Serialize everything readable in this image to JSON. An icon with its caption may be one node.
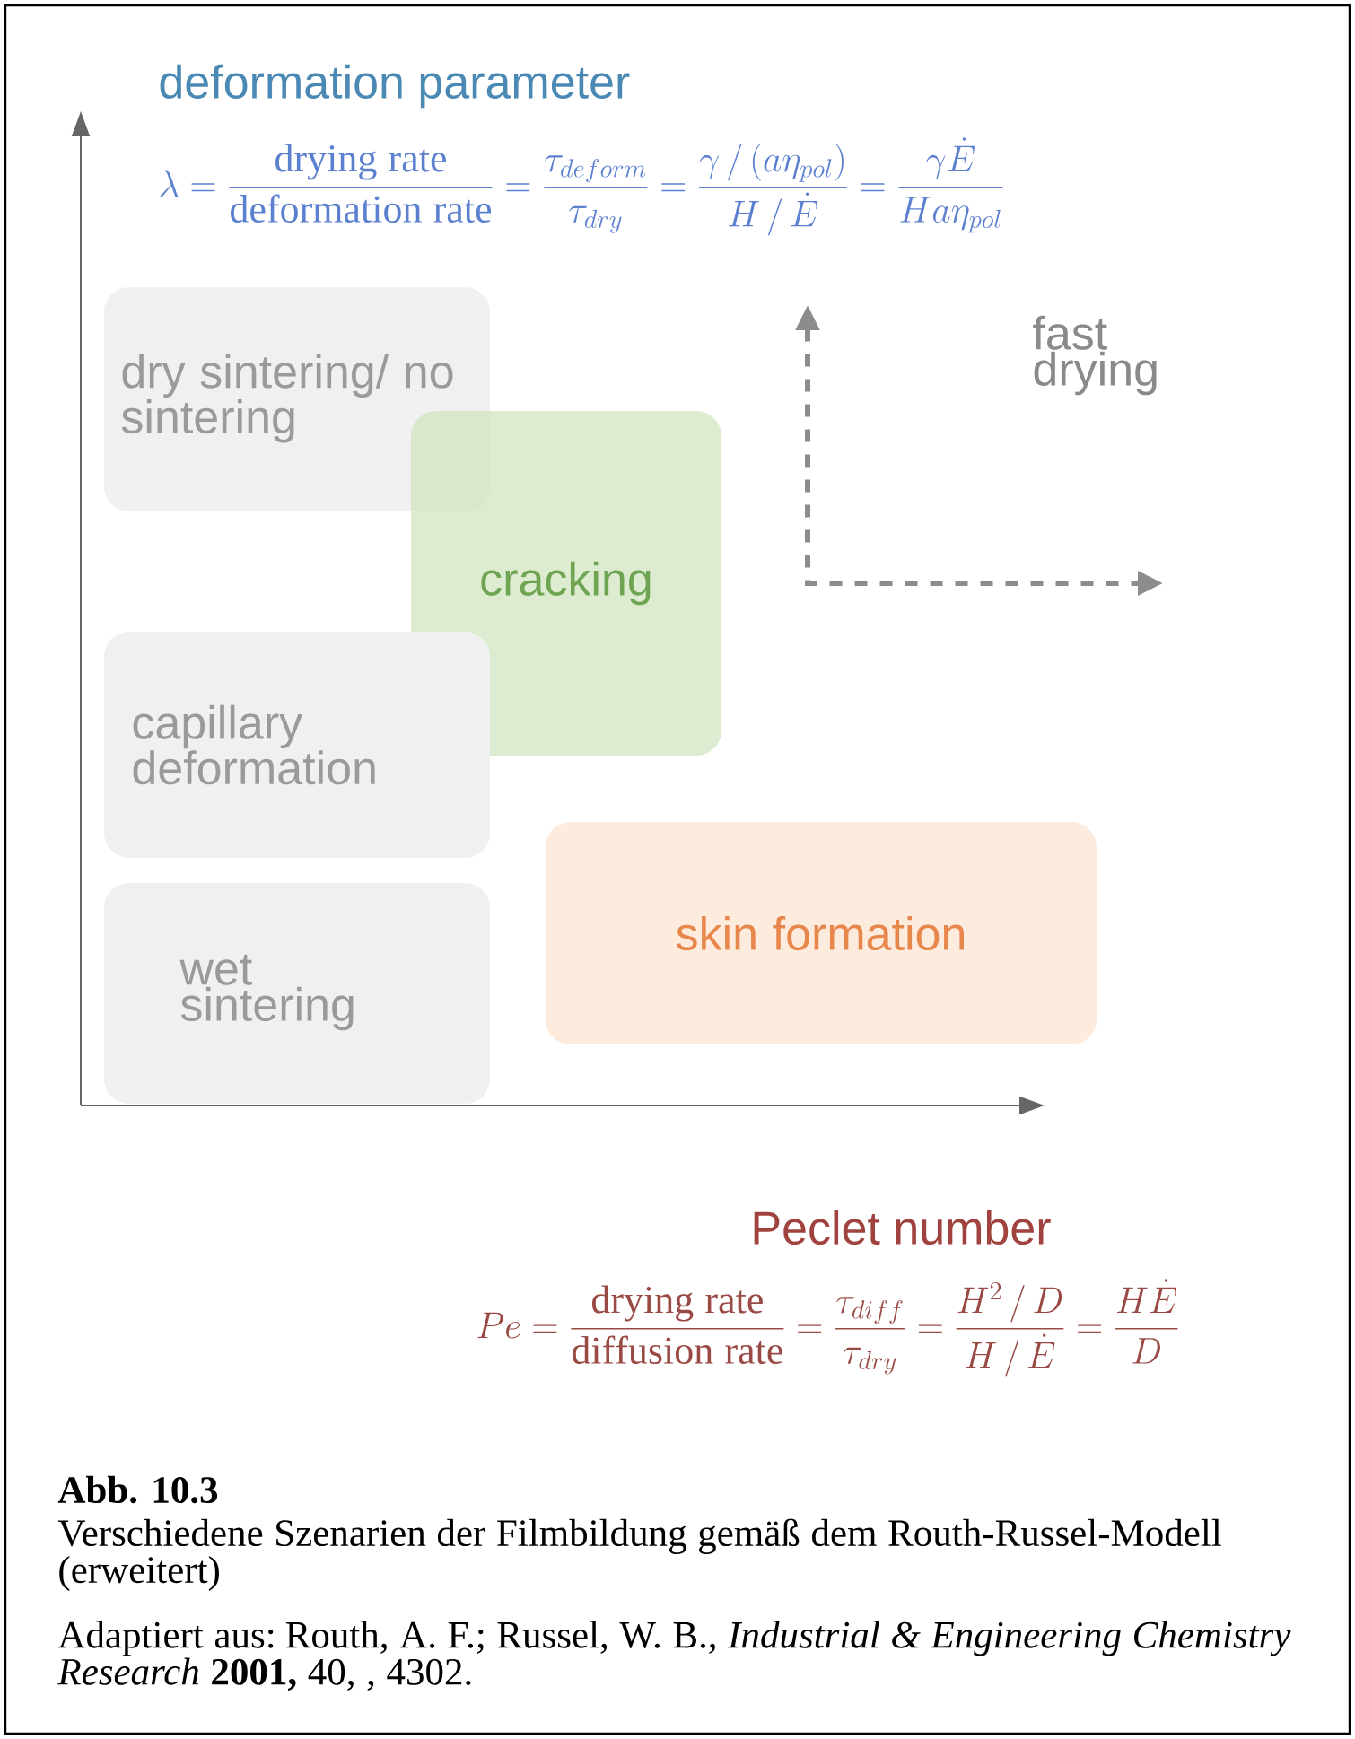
{
  "diagram": {
    "nodes": [
      {
        "text": [
          "dry sintering/ no sintering"
        ]
      },
      {
        "text": [
          "cracking"
        ]
      },
      {
        "text": [
          "capillary deformation"
        ]
      },
      {
        "text": [
          "wet sintering"
        ]
      },
      {
        "text": [
          "skin formation"
        ]
      }
    ],
    "labels": [
      "deformation parameter",
      "\\lambda = \\frac{\\mathrm{drying\\ rate}}{\\mathrm{deformation\\ rate}} = \\frac{\\tau_{deform}}{\\tau_{dry}} = \\frac{\\gamma\\,/\\,(a\\eta_{pol})}{H\\,/\\,\\dot{E}} = \\frac{\\gamma\\dot{E}}{Ha\\eta_{pol}}",
      "fast drying",
      "Peclet number",
      "Pe = \\frac{\\mathrm{drying\\ rate}}{\\mathrm{diffusion\\ rate}} = \\frac{\\tau_{diff}}{\\tau_{dry}} = \\frac{H^{2}\\,/\\,D}{H\\,/\\,\\dot{E}} = \\frac{H\\dot{E}}{D}",
      "Abb. 10.3",
      "Verschiedene Szenarien der Filmbildung gemäß dem Routh-Russel-Modell (erweitert)",
      "Adaptiert aus: Routh, A. F.; Russel, W. B., *Industrial & Engineering Chemistry Research* **2001,** 40, , 4302."
    ]
  }
}
